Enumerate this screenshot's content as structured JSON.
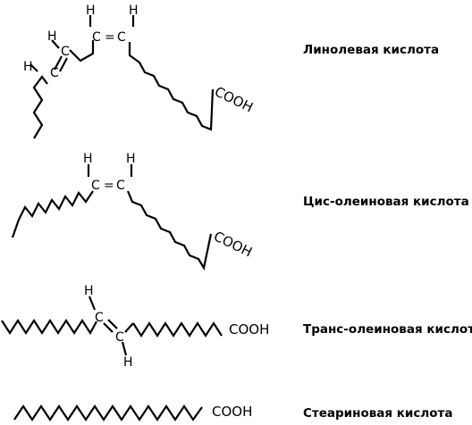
{
  "molecules": [
    {
      "name": "Линолевая кислота",
      "group": "COOH",
      "atoms": {
        "carbon": "C",
        "hydrogen": "H",
        "double_bond": "="
      }
    },
    {
      "name": "Цис-олеиновая кислота",
      "group": "COOH",
      "atoms": {
        "carbon": "C",
        "hydrogen": "H",
        "double_bond": "="
      }
    },
    {
      "name": "Транс-олеиновая кислота",
      "group": "COOH",
      "atoms": {
        "carbon": "C",
        "hydrogen": "H",
        "double_bond": "="
      }
    },
    {
      "name": "Стеариновая кислота",
      "group": "COOH"
    }
  ]
}
